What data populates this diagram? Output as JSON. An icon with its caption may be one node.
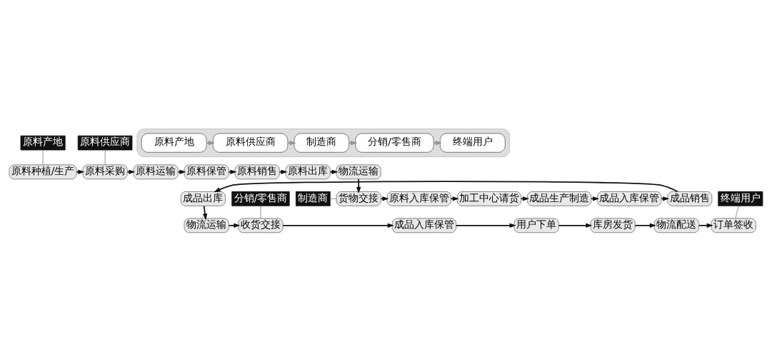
{
  "diagram": {
    "nodes": [
      {
        "text": [
          "原料产地"
        ]
      },
      {
        "text": [
          "原料供应商"
        ]
      },
      {
        "text": [
          "原料种植/生产"
        ]
      },
      {
        "text": [
          "原料采购"
        ]
      },
      {
        "text": [
          "原料运输"
        ]
      },
      {
        "text": [
          "原料保管"
        ]
      },
      {
        "text": [
          "原料销售"
        ]
      },
      {
        "text": [
          "原料出库"
        ]
      },
      {
        "text": [
          "物流运输"
        ]
      },
      {
        "text": [
          "货物交接"
        ]
      },
      {
        "text": [
          "制造商"
        ]
      },
      {
        "text": [
          "原料入库保管"
        ]
      },
      {
        "text": [
          "加工中心请货"
        ]
      },
      {
        "text": [
          "成品生产制造"
        ]
      },
      {
        "text": [
          "成品入库保管"
        ]
      },
      {
        "text": [
          "成品销售"
        ]
      },
      {
        "text": [
          "成品出库"
        ]
      },
      {
        "text": [
          "物流运输"
        ]
      },
      {
        "text": [
          "收货交接"
        ]
      },
      {
        "text": [
          "分销/零售商"
        ]
      },
      {
        "text": [
          "成品入库保管"
        ]
      },
      {
        "text": [
          "用户下单"
        ]
      },
      {
        "text": [
          "库房发货"
        ]
      },
      {
        "text": [
          "物流配送"
        ]
      },
      {
        "text": [
          "订单签收"
        ]
      },
      {
        "text": [
          "终端用户"
        ]
      },
      {
        "text": [],
        "shape": "box"
      },
      {
        "text": [
          "原料产地"
        ],
        "in": 26
      },
      {
        "text": [
          "原料供应商"
        ],
        "in": 26
      },
      {
        "text": [
          "制造商"
        ],
        "in": 26
      },
      {
        "text": [
          "分销/零售商"
        ],
        "in": 26
      },
      {
        "text": [
          "终端用户"
        ],
        "in": 26
      }
    ],
    "edges": [
      {
        "from": 0,
        "to": 2,
        "arrow": "none",
        "color": "#777777"
      },
      {
        "from": 1,
        "to": 3,
        "arrow": "none",
        "color": "#777777"
      },
      {
        "from": 2,
        "to": 3,
        "arrow": "to"
      },
      {
        "from": 3,
        "to": 4,
        "arrow": "to"
      },
      {
        "from": 4,
        "to": 5,
        "arrow": "to"
      },
      {
        "from": 5,
        "to": 6,
        "arrow": "to"
      },
      {
        "from": 6,
        "to": 7,
        "arrow": "to"
      },
      {
        "from": 7,
        "to": 8,
        "arrow": "to"
      },
      {
        "from": 8,
        "to": 9,
        "arrow": "to"
      },
      {
        "from": 10,
        "to": 9,
        "arrow": "none",
        "color": "#777777"
      },
      {
        "from": 9,
        "to": 11,
        "arrow": "to"
      },
      {
        "from": 11,
        "to": 12,
        "arrow": "to"
      },
      {
        "from": 12,
        "to": 13,
        "arrow": "to"
      },
      {
        "from": 13,
        "to": 14,
        "arrow": "to"
      },
      {
        "from": 14,
        "to": 15,
        "arrow": "to"
      },
      {
        "from": 15,
        "to": 16,
        "arrow": "to"
      },
      {
        "from": 16,
        "to": 17,
        "arrow": "to"
      },
      {
        "from": 17,
        "to": 18,
        "arrow": "to"
      },
      {
        "from": 19,
        "to": 18,
        "arrow": "none",
        "color": "#777777"
      },
      {
        "from": 18,
        "to": 20,
        "arrow": "to"
      },
      {
        "from": 20,
        "to": 21,
        "arrow": "to"
      },
      {
        "from": 21,
        "to": 22,
        "arrow": "to"
      },
      {
        "from": 22,
        "to": 23,
        "arrow": "to"
      },
      {
        "from": 23,
        "to": 24,
        "arrow": "to"
      },
      {
        "from": 25,
        "to": 24,
        "arrow": "none",
        "color": "#777777"
      },
      {
        "from": 27,
        "to": 28,
        "arrow": "to",
        "color": "#888888"
      },
      {
        "from": 28,
        "to": 29,
        "arrow": "to",
        "color": "#888888"
      },
      {
        "from": 29,
        "to": 30,
        "arrow": "to",
        "color": "#888888"
      },
      {
        "from": 30,
        "to": 31,
        "arrow": "to",
        "color": "#888888"
      }
    ]
  }
}
